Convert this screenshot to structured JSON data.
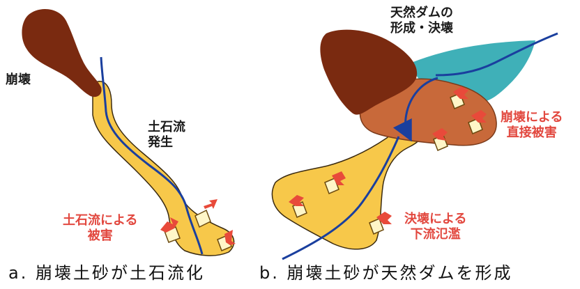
{
  "panel_a": {
    "label_collapse": "崩壊",
    "label_debris_flow_1": "土石流",
    "label_debris_flow_2": "発生",
    "label_damage_1": "土石流による",
    "label_damage_2": "被害",
    "caption": "a. 崩壊土砂が土石流化"
  },
  "panel_b": {
    "label_dam_1": "天然ダムの",
    "label_dam_2": "形成・決壊",
    "label_direct_1": "崩壊による",
    "label_direct_2": "直接被害",
    "label_flood_1": "決壊による",
    "label_flood_2": "下流氾濫",
    "caption": "b. 崩壊土砂が天然ダムを形成"
  },
  "colors": {
    "collapse_brown": "#7a2a10",
    "debris_yellow": "#f7c84a",
    "deposit_orange": "#c8693a",
    "lake_teal": "#3fb0b8",
    "river_blue": "#1a3f9e",
    "arrow_red": "#e84a3a",
    "house_cream": "#fff6c8",
    "label_red": "#e2483f"
  },
  "icons": [
    "house-icon",
    "up-arrow-icon",
    "river-line",
    "flow-arrow-icon"
  ]
}
